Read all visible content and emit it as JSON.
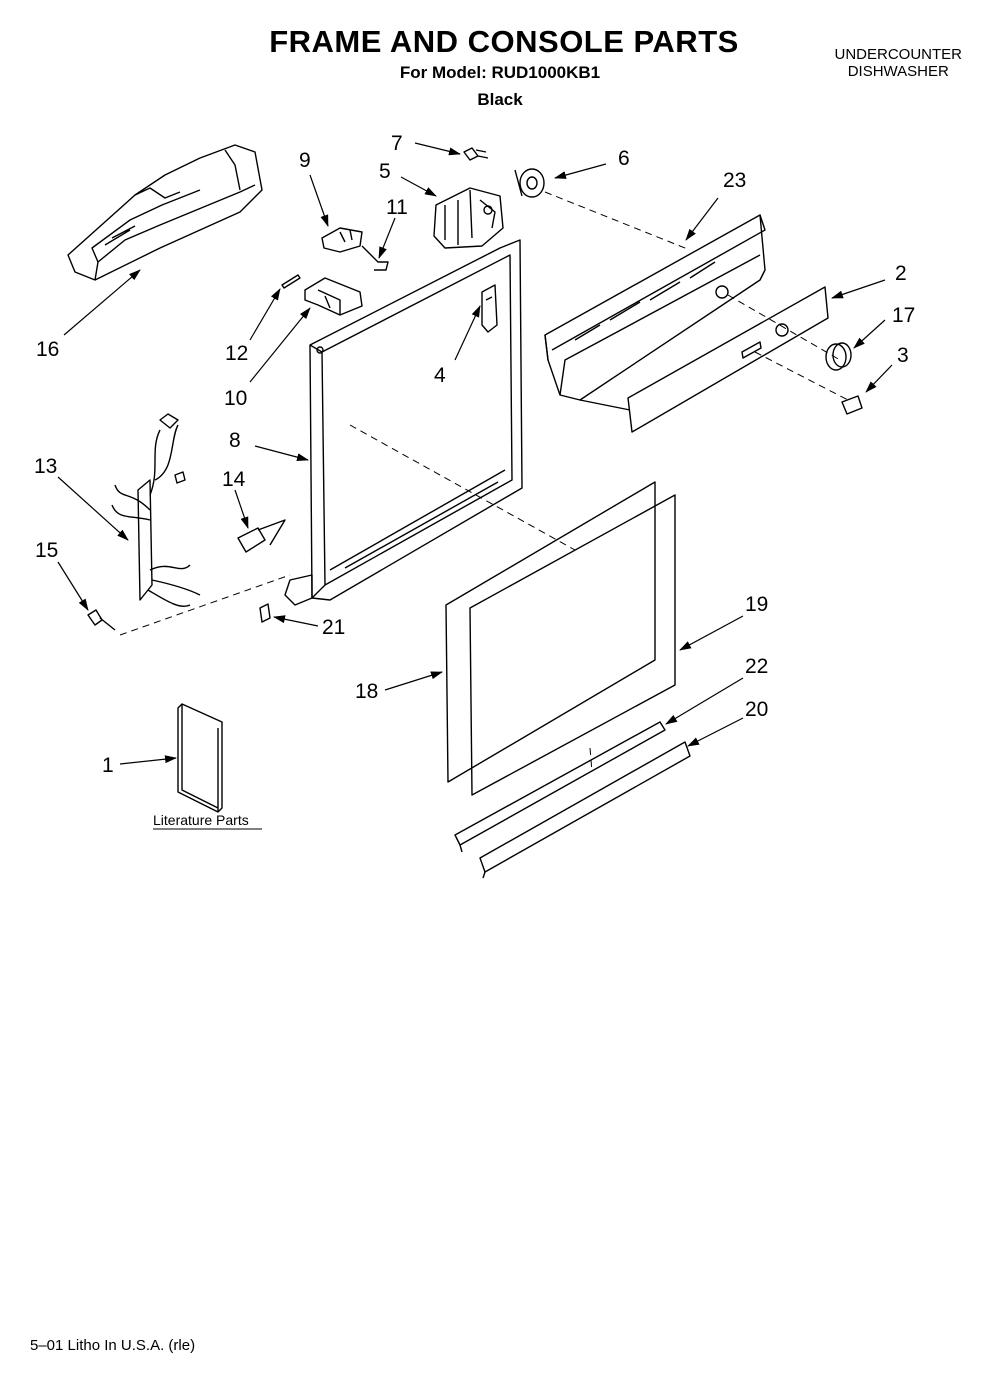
{
  "header": {
    "title": "FRAME AND CONSOLE PARTS",
    "model_line": "For Model: RUD1000KB1",
    "color_line": "Black",
    "product_line1": "UNDERCOUNTER",
    "product_line2": "DISHWASHER"
  },
  "callouts": {
    "p1": "1",
    "p2": "2",
    "p3": "3",
    "p4": "4",
    "p5": "5",
    "p6": "6",
    "p7": "7",
    "p8": "8",
    "p9": "9",
    "p10": "10",
    "p11": "11",
    "p12": "12",
    "p13": "13",
    "p14": "14",
    "p15": "15",
    "p16": "16",
    "p17": "17",
    "p18": "18",
    "p19": "19",
    "p20": "20",
    "p21": "21",
    "p22": "22",
    "p23": "23"
  },
  "literature_label": "Literature Parts",
  "footer": "5–01 Litho In U.S.A. (rle)"
}
